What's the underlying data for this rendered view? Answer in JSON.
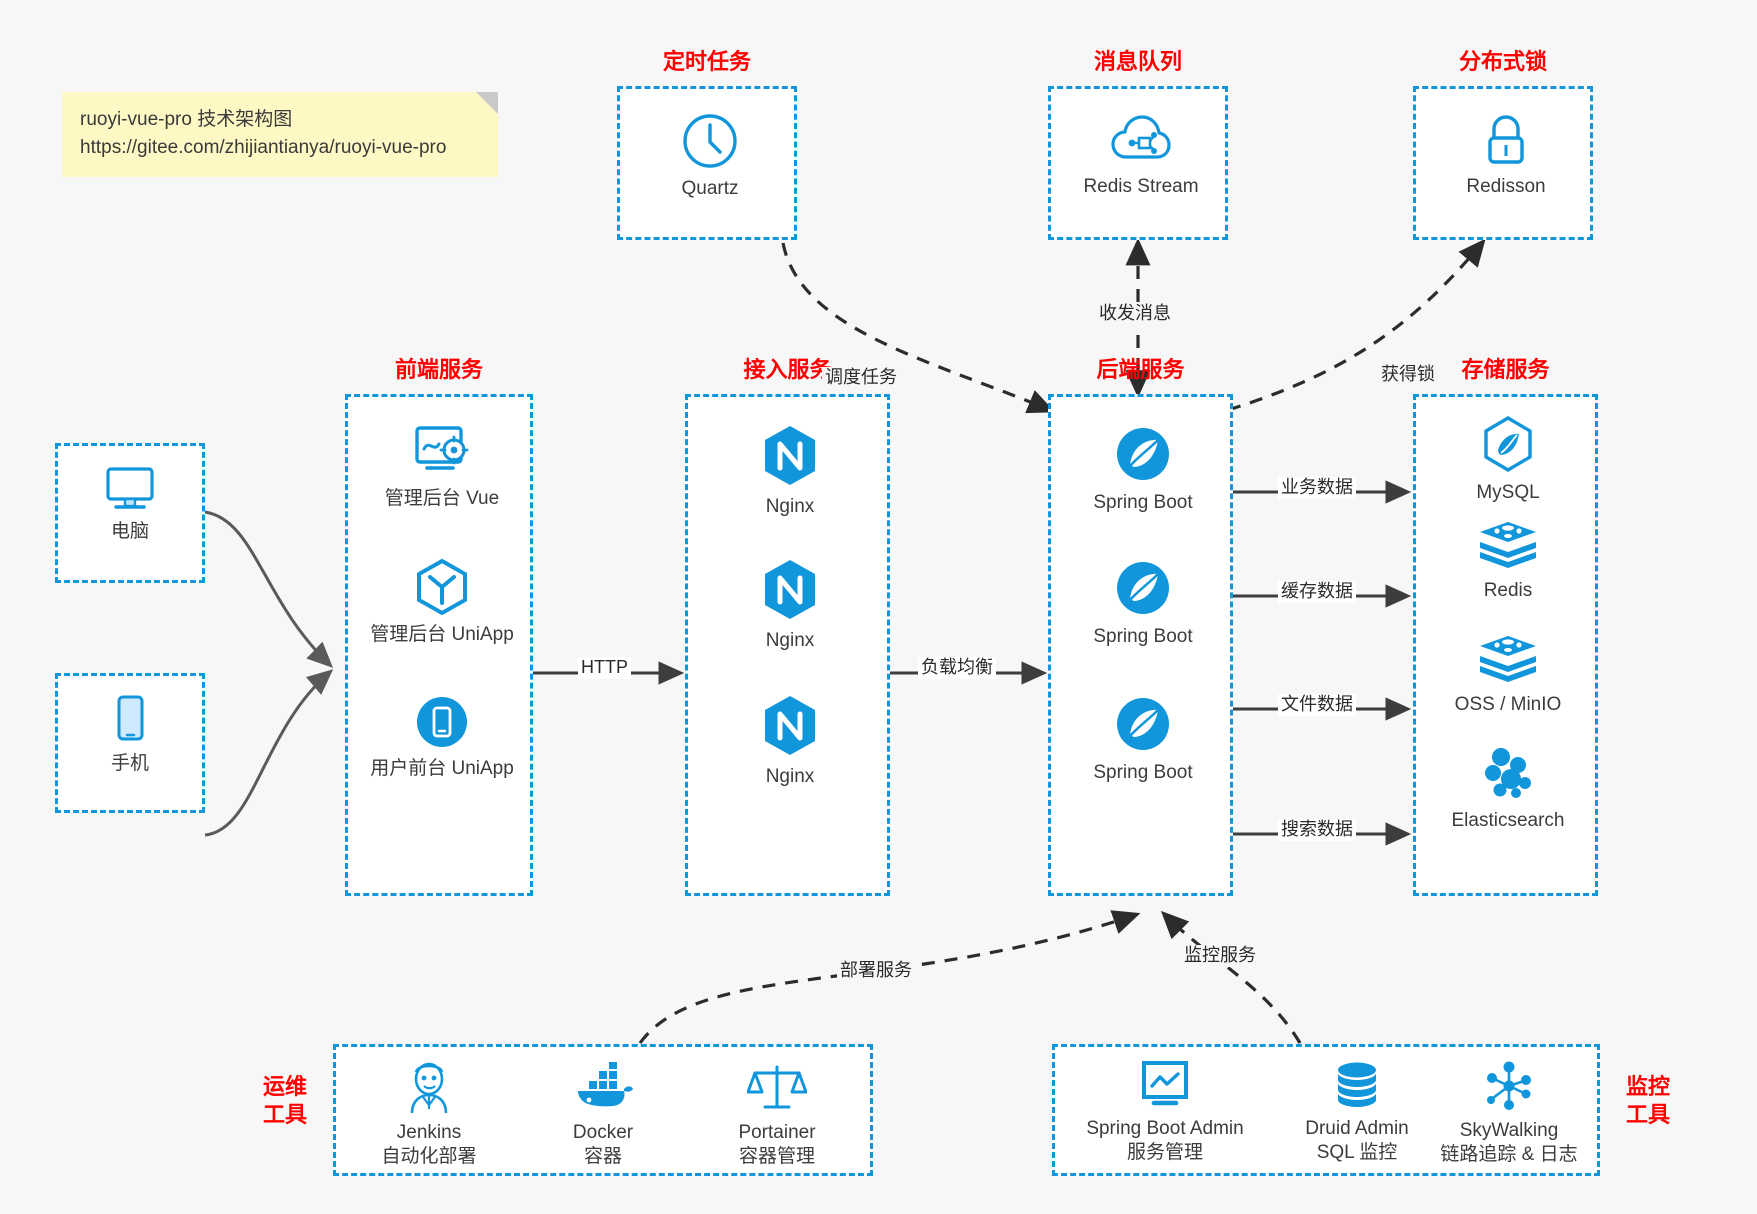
{
  "note": {
    "title": "ruoyi-vue-pro 技术架构图",
    "url": "https://gitee.com/zhijiantianya/ruoyi-vue-pro"
  },
  "colors": {
    "accent": "#1296db",
    "group_title": "#ff0000",
    "text": "#3c3c3c",
    "note_bg": "#fdf8c4",
    "page_bg": "#f7f7f7",
    "wire": "#595959"
  },
  "groups": {
    "scheduler": {
      "title": "定时任务",
      "items": [
        {
          "label": "Quartz",
          "icon": "clock-icon"
        }
      ]
    },
    "mq": {
      "title": "消息队列",
      "items": [
        {
          "label": "Redis Stream",
          "icon": "cloud-stream-icon"
        }
      ]
    },
    "lock": {
      "title": "分布式锁",
      "items": [
        {
          "label": "Redisson",
          "icon": "padlock-icon"
        }
      ]
    },
    "clients": {
      "items": [
        {
          "label": "电脑",
          "icon": "desktop-monitor-icon"
        },
        {
          "label": "手机",
          "icon": "mobile-phone-icon"
        }
      ]
    },
    "frontend": {
      "title": "前端服务",
      "items": [
        {
          "label": "管理后台 Vue",
          "icon": "dashboard-gear-icon"
        },
        {
          "label": "管理后台 UniApp",
          "icon": "hexagon-cube-icon"
        },
        {
          "label": "用户前台 UniApp",
          "icon": "mobile-app-icon"
        }
      ]
    },
    "gateway": {
      "title": "接入服务",
      "items": [
        {
          "label": "Nginx",
          "icon": "nginx-icon"
        },
        {
          "label": "Nginx",
          "icon": "nginx-icon"
        },
        {
          "label": "Nginx",
          "icon": "nginx-icon"
        }
      ]
    },
    "backend": {
      "title": "后端服务",
      "items": [
        {
          "label": "Spring Boot",
          "icon": "spring-leaf-icon"
        },
        {
          "label": "Spring Boot",
          "icon": "spring-leaf-icon"
        },
        {
          "label": "Spring Boot",
          "icon": "spring-leaf-icon"
        }
      ]
    },
    "storage": {
      "title": "存储服务",
      "items": [
        {
          "label": "MySQL",
          "icon": "mysql-dolphin-icon"
        },
        {
          "label": "Redis",
          "icon": "redis-stack-icon"
        },
        {
          "label": "OSS / MinIO",
          "icon": "redis-stack-icon"
        },
        {
          "label": "Elasticsearch",
          "icon": "elasticsearch-icon"
        }
      ]
    },
    "devops": {
      "title_line1": "运维",
      "title_line2": "工具",
      "items": [
        {
          "label": "Jenkins",
          "sub": "自动化部署",
          "icon": "jenkins-butler-icon"
        },
        {
          "label": "Docker",
          "sub": "容器",
          "icon": "docker-whale-icon"
        },
        {
          "label": "Portainer",
          "sub": "容器管理",
          "icon": "portainer-scale-icon"
        }
      ]
    },
    "monitoring": {
      "title_line1": "监控",
      "title_line2": "工具",
      "items": [
        {
          "label": "Spring Boot Admin",
          "sub": "服务管理",
          "icon": "monitor-chart-icon"
        },
        {
          "label": "Druid Admin",
          "sub": "SQL 监控",
          "icon": "database-cylinder-icon"
        },
        {
          "label": "SkyWalking",
          "sub": "链路追踪 & 日志",
          "icon": "skywalking-node-icon"
        }
      ]
    }
  },
  "edges": [
    {
      "id": "http",
      "label": "HTTP"
    },
    {
      "id": "load-balance",
      "label": "负载均衡"
    },
    {
      "id": "schedule-task",
      "label": "调度任务"
    },
    {
      "id": "send-receive-message",
      "label": "收发消息"
    },
    {
      "id": "acquire-lock",
      "label": "获得锁"
    },
    {
      "id": "business-data",
      "label": "业务数据"
    },
    {
      "id": "cache-data",
      "label": "缓存数据"
    },
    {
      "id": "file-data",
      "label": "文件数据"
    },
    {
      "id": "search-data",
      "label": "搜索数据"
    },
    {
      "id": "deploy-service",
      "label": "部署服务"
    },
    {
      "id": "monitor-service",
      "label": "监控服务"
    }
  ]
}
